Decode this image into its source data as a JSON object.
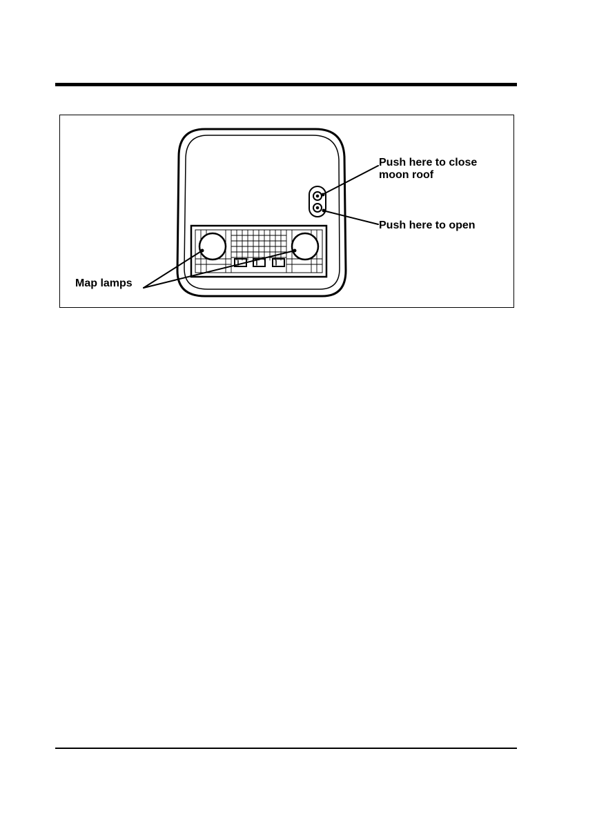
{
  "figure": {
    "callouts": {
      "close_line1": "Push here to close",
      "close_line2": "moon roof",
      "open": "Push here to open",
      "map_lamps": "Map lamps"
    }
  }
}
